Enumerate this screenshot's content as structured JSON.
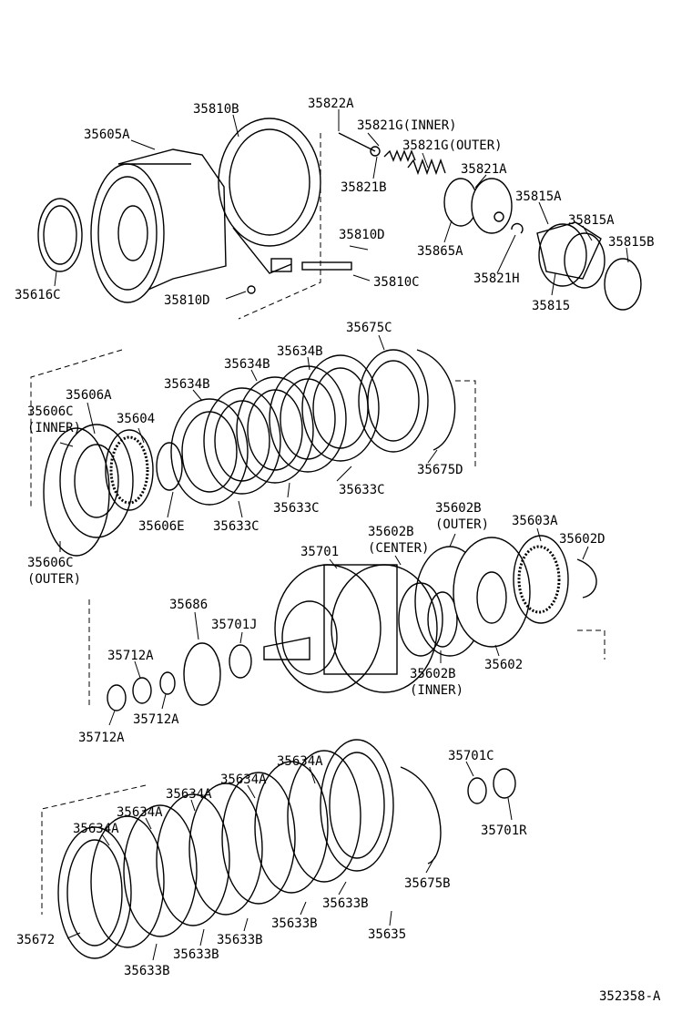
{
  "figure_id": "352358-A",
  "parts": [
    {
      "id": "35605A",
      "text": "35605A"
    },
    {
      "id": "35810B",
      "text": "35810B"
    },
    {
      "id": "35822A",
      "text": "35822A"
    },
    {
      "id": "35821G-inner",
      "text": "35821G(INNER)"
    },
    {
      "id": "35821G-outer",
      "text": "35821G(OUTER)"
    },
    {
      "id": "35821B",
      "text": "35821B"
    },
    {
      "id": "35821A",
      "text": "35821A"
    },
    {
      "id": "35815A-1",
      "text": "35815A"
    },
    {
      "id": "35815A-2",
      "text": "35815A"
    },
    {
      "id": "35815B",
      "text": "35815B"
    },
    {
      "id": "35865A",
      "text": "35865A"
    },
    {
      "id": "35810D-1",
      "text": "35810D"
    },
    {
      "id": "35821H",
      "text": "35821H"
    },
    {
      "id": "35815",
      "text": "35815"
    },
    {
      "id": "35810C",
      "text": "35810C"
    },
    {
      "id": "35810D-2",
      "text": "35810D"
    },
    {
      "id": "35616C",
      "text": "35616C"
    },
    {
      "id": "35675C",
      "text": "35675C"
    },
    {
      "id": "35634B-1",
      "text": "35634B"
    },
    {
      "id": "35634B-2",
      "text": "35634B"
    },
    {
      "id": "35634B-3",
      "text": "35634B"
    },
    {
      "id": "35606A",
      "text": "35606A"
    },
    {
      "id": "35606C-inner-code",
      "text": "35606C"
    },
    {
      "id": "35606C-inner-note",
      "text": "(INNER)"
    },
    {
      "id": "35604",
      "text": "35604"
    },
    {
      "id": "35675D",
      "text": "35675D"
    },
    {
      "id": "35633C-1",
      "text": "35633C"
    },
    {
      "id": "35633C-2",
      "text": "35633C"
    },
    {
      "id": "35633C-3",
      "text": "35633C"
    },
    {
      "id": "35606E",
      "text": "35606E"
    },
    {
      "id": "35606C-outer-code",
      "text": "35606C"
    },
    {
      "id": "35606C-outer-note",
      "text": "(OUTER)"
    },
    {
      "id": "35602B-outer-code",
      "text": "35602B"
    },
    {
      "id": "35602B-outer-note",
      "text": "(OUTER)"
    },
    {
      "id": "35603A",
      "text": "35603A"
    },
    {
      "id": "35602B-center-code",
      "text": "35602B"
    },
    {
      "id": "35602B-center-note",
      "text": "(CENTER)"
    },
    {
      "id": "35602D",
      "text": "35602D"
    },
    {
      "id": "35701",
      "text": "35701"
    },
    {
      "id": "35686",
      "text": "35686"
    },
    {
      "id": "35701J",
      "text": "35701J"
    },
    {
      "id": "35712A-1",
      "text": "35712A"
    },
    {
      "id": "35602",
      "text": "35602"
    },
    {
      "id": "35602B-inner-code",
      "text": "35602B"
    },
    {
      "id": "35602B-inner-note",
      "text": "(INNER)"
    },
    {
      "id": "35712A-2",
      "text": "35712A"
    },
    {
      "id": "35712A-3",
      "text": "35712A"
    },
    {
      "id": "35634A-1",
      "text": "35634A"
    },
    {
      "id": "35701C",
      "text": "35701C"
    },
    {
      "id": "35634A-2",
      "text": "35634A"
    },
    {
      "id": "35634A-3",
      "text": "35634A"
    },
    {
      "id": "35634A-4",
      "text": "35634A"
    },
    {
      "id": "35634A-5",
      "text": "35634A"
    },
    {
      "id": "35701R",
      "text": "35701R"
    },
    {
      "id": "35675B",
      "text": "35675B"
    },
    {
      "id": "35633B-1",
      "text": "35633B"
    },
    {
      "id": "35633B-2",
      "text": "35633B"
    },
    {
      "id": "35672",
      "text": "35672"
    },
    {
      "id": "35635",
      "text": "35635"
    },
    {
      "id": "35633B-3",
      "text": "35633B"
    },
    {
      "id": "35633B-4",
      "text": "35633B"
    },
    {
      "id": "35633B-5",
      "text": "35633B"
    }
  ]
}
